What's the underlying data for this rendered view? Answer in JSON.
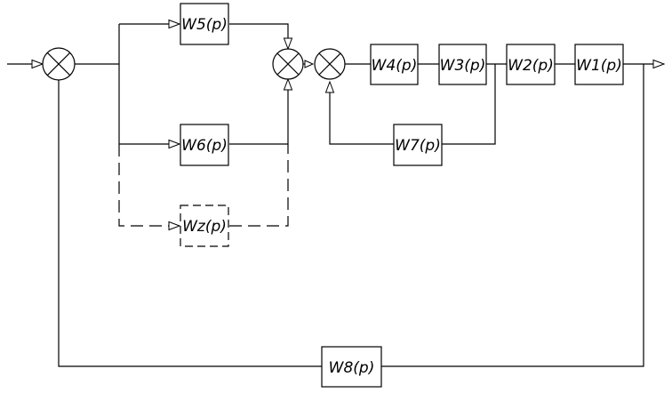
{
  "diagram": {
    "blocks": {
      "w5": "W5(p)",
      "w6": "W6(p)",
      "wz": "Wz(p)",
      "w4": "W4(p)",
      "w3": "W3(p)",
      "w2": "W2(p)",
      "w1": "W1(p)",
      "w7": "W7(p)",
      "w8": "W8(p)"
    }
  }
}
